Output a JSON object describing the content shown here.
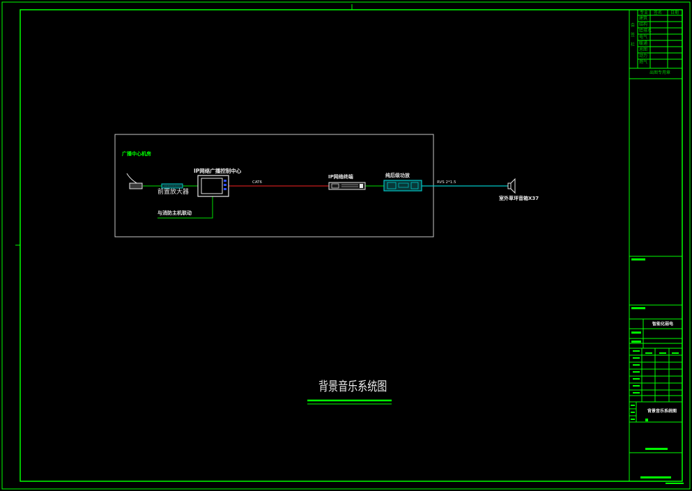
{
  "diagram": {
    "room_label": "广播中心机房",
    "preamp_label": "前置放大器",
    "control_center_label": "IP网络广播控制中心",
    "fire_link_label": "与消防主机联动",
    "cable_label": "CAT6",
    "terminal_label": "IP网络终端",
    "amp_label": "纯后级功放",
    "speaker_cable_label": "RVS 2*1.5",
    "speaker_label": "室外草坪音箱X37"
  },
  "drawing_title": "背景音乐系统图",
  "title_block": {
    "header_cols": [
      "专业",
      "签名",
      "日期"
    ],
    "side_label": "会签栏",
    "disciplines": [
      "建筑",
      "结构",
      "给排水",
      "电气",
      "暖通",
      "总图",
      "动力",
      "燃气"
    ],
    "stamp_label": "出图专用章",
    "project_label": "智能化弱电",
    "sheet_title": "背景音乐系统图"
  },
  "colors": {
    "frame": "#00ff00",
    "signal_green": "#00e000",
    "network_red": "#c81e1e",
    "speaker_cyan": "#00c8c8",
    "box_outline": "#c8c8c8"
  }
}
